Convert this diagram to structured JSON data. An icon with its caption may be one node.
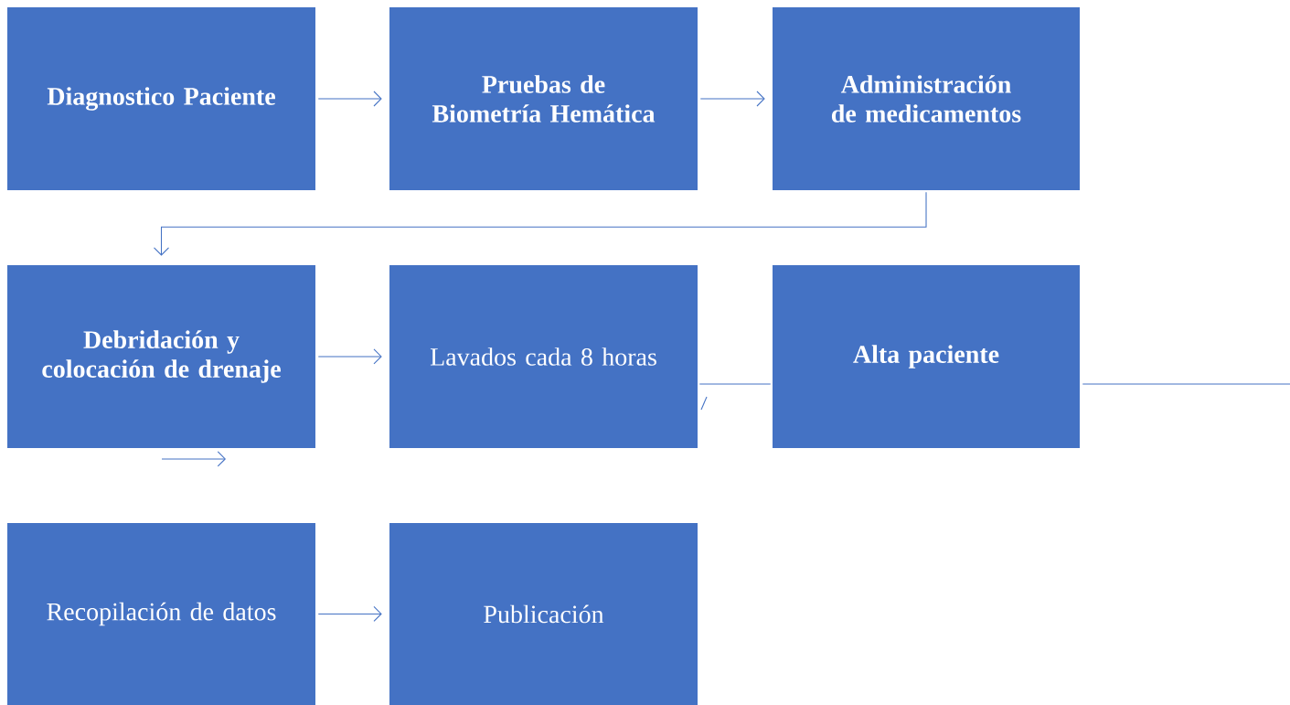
{
  "diagram": {
    "nodes": [
      {
        "text": [
          "Diagnostico Paciente"
        ]
      },
      {
        "text": [
          "Pruebas de Biometría Hemática"
        ]
      },
      {
        "text": [
          "Administración de medicamentos"
        ]
      },
      {
        "text": [
          "Debridación y colocación de drenaje"
        ]
      },
      {
        "text": [
          "Lavados cada 8 horas"
        ]
      },
      {
        "text": [
          "Alta paciente"
        ]
      },
      {
        "text": [
          "Recopilación de datos"
        ]
      },
      {
        "text": [
          "Publicación"
        ]
      }
    ],
    "edges": [
      {
        "from": 0,
        "to": 1,
        "arrow": "to"
      },
      {
        "from": 1,
        "to": 2,
        "arrow": "to"
      },
      {
        "from": 2,
        "to": 3,
        "arrow": "to"
      },
      {
        "from": 3,
        "to": 4,
        "arrow": "to"
      },
      {
        "from": 4,
        "to": 5,
        "arrow": "none"
      },
      {
        "from": 5,
        "to": null,
        "arrow": "none"
      },
      {
        "from": 6,
        "to": 7,
        "arrow": "to"
      }
    ]
  }
}
